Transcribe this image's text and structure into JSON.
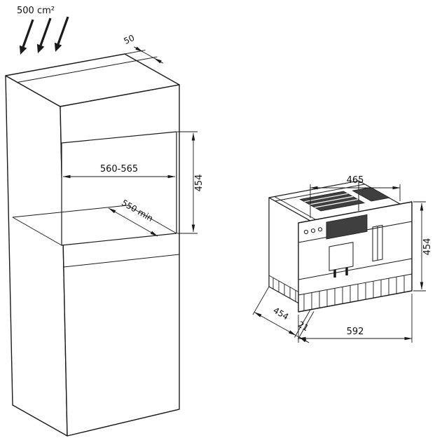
{
  "colors": {
    "line": "#1a1a1a",
    "dark_fill": "#3f3f3f",
    "background": "#ffffff"
  },
  "cabinet": {
    "vent_area": "500 cm²",
    "vent_gap": "50",
    "niche_width": "560-565",
    "niche_height": "454",
    "niche_depth": "550 min"
  },
  "appliance": {
    "top_width": "465",
    "height": "454",
    "depth": "454",
    "protrusion": "21",
    "front_width": "592"
  }
}
